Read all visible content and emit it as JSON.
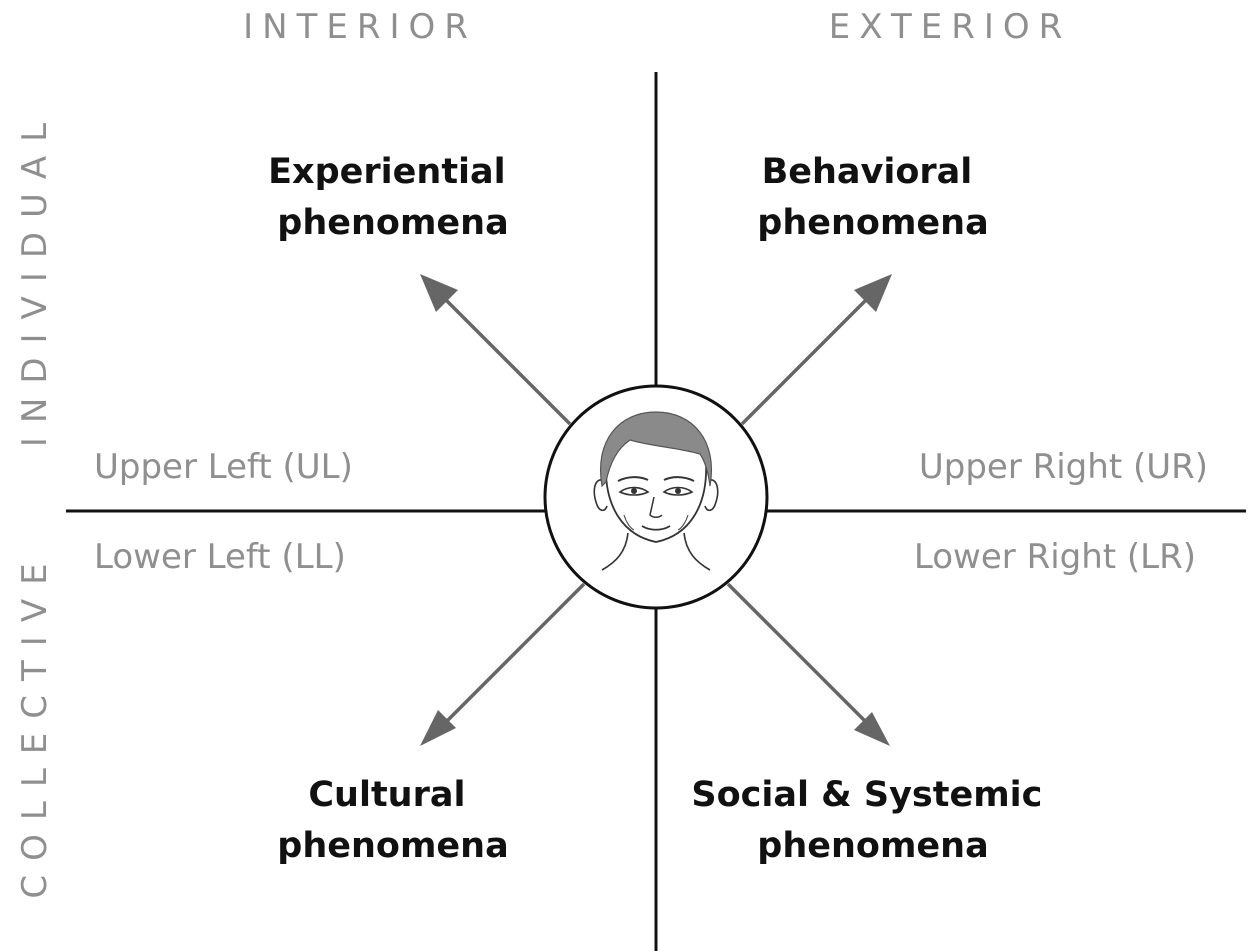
{
  "headers": {
    "interior": "INTERIOR",
    "exterior": "EXTERIOR",
    "individual": "INDIVIDUAL",
    "collective": "COLLECTIVE"
  },
  "quadrant_tags": {
    "upper_left": "Upper Left (UL)",
    "upper_right": "Upper Right (UR)",
    "lower_left": "Lower Left (LL)",
    "lower_right": "Lower Right (LR)"
  },
  "phenomena": {
    "upper_left": [
      "Experiential",
      "phenomena"
    ],
    "upper_right": [
      "Behavioral",
      "phenomena"
    ],
    "lower_left": [
      "Cultural",
      "phenomena"
    ],
    "lower_right": [
      "Social & Systemic",
      "phenomena"
    ]
  },
  "center": {
    "icon": "face-icon"
  },
  "colors": {
    "axis": "#111111",
    "arrow": "#666666",
    "muted_text": "#8f8f8f",
    "hair": "#8a8a8a"
  }
}
